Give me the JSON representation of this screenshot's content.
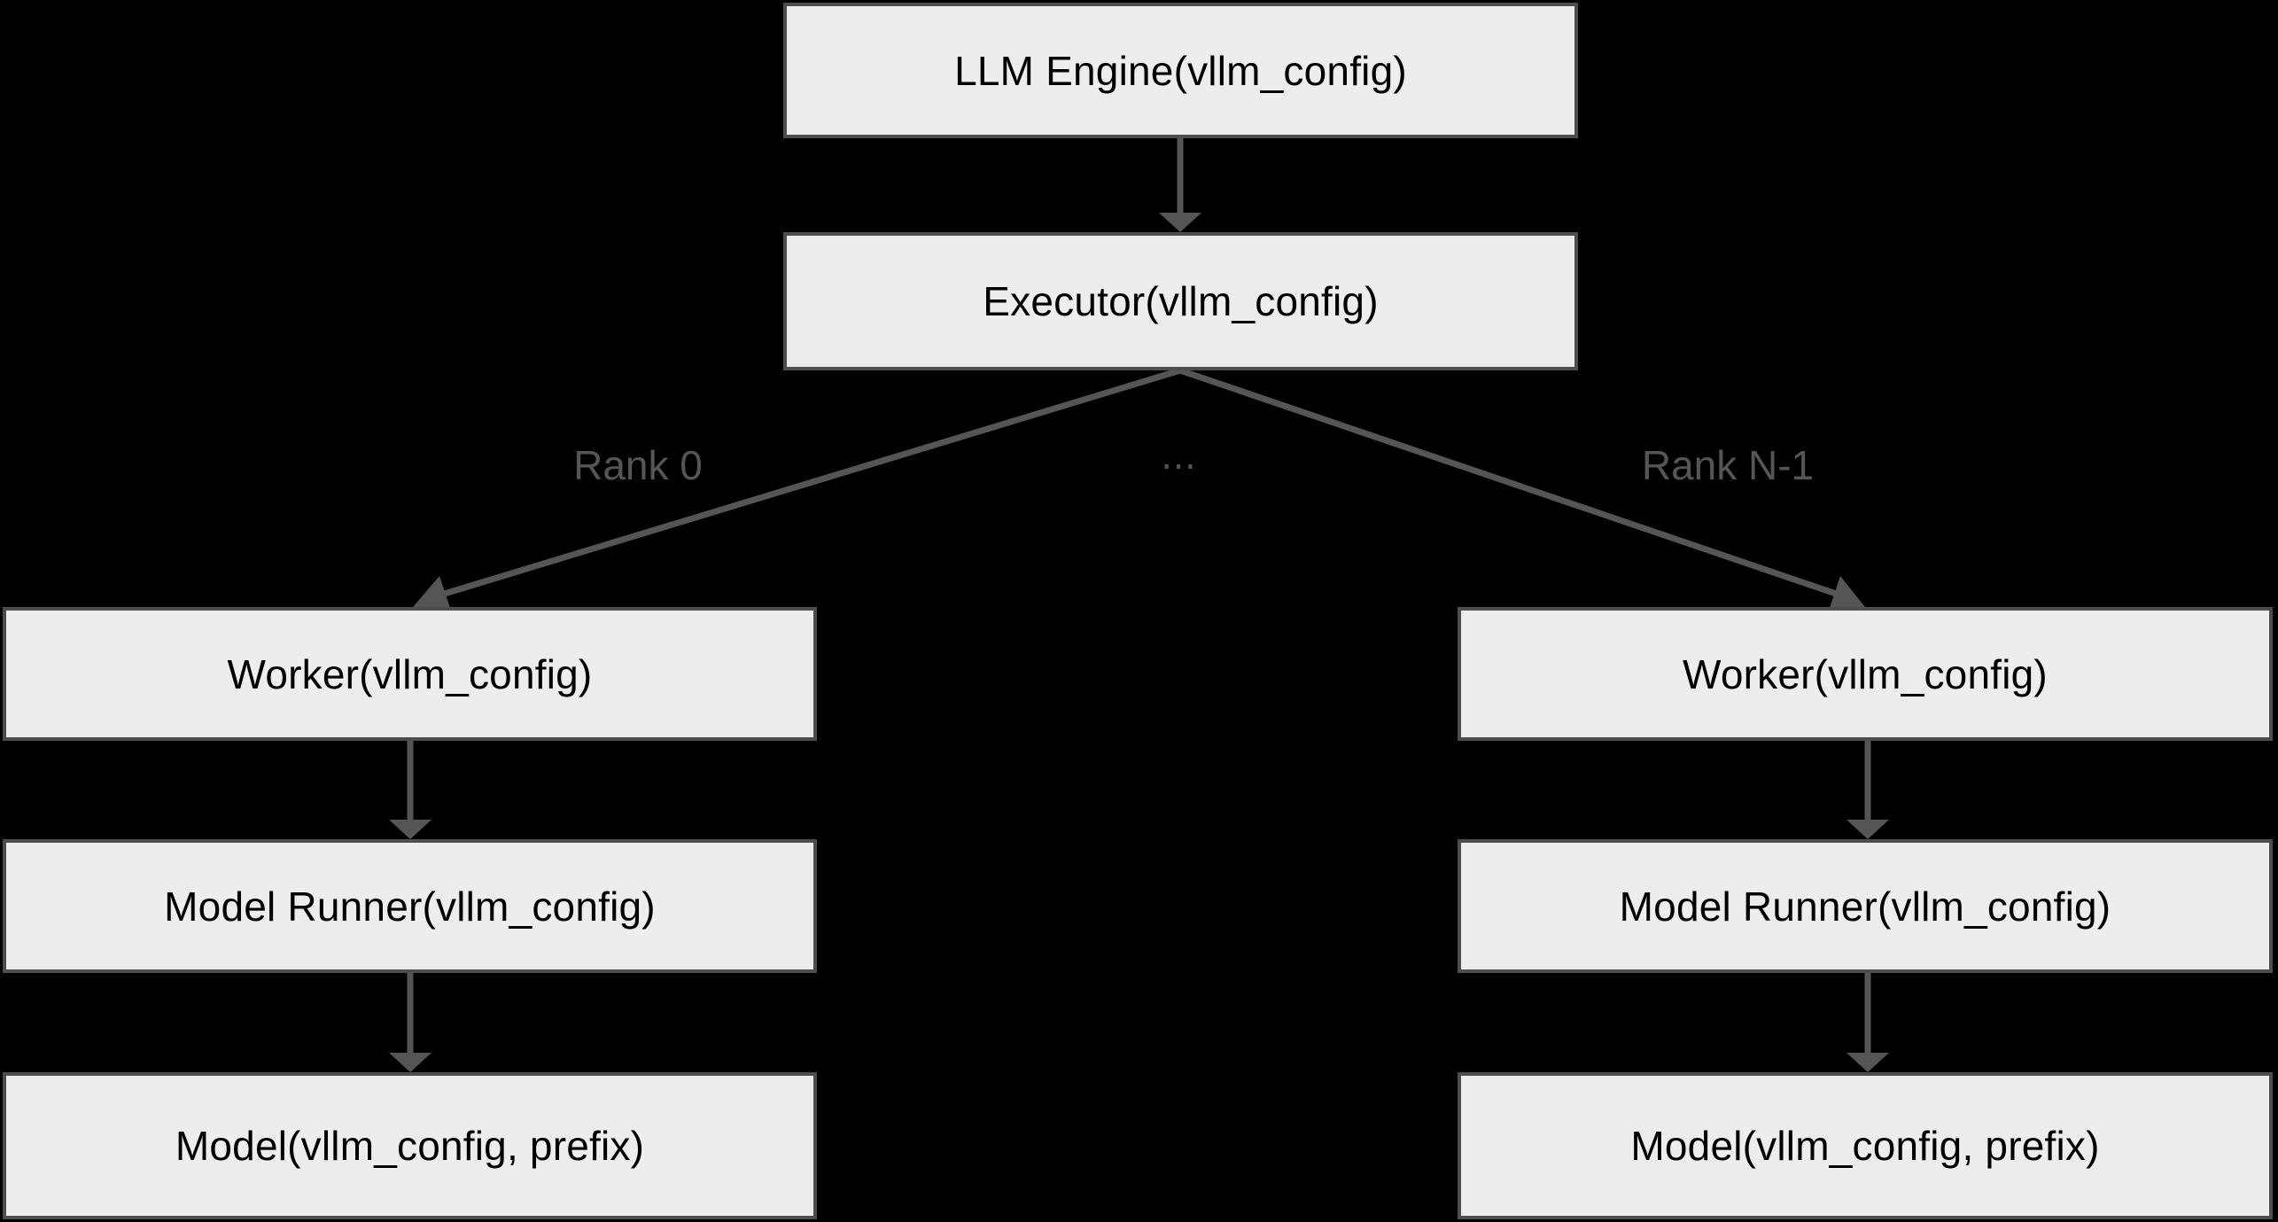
{
  "diagram": {
    "title_present": false,
    "background_color": "#000000",
    "node_fill_color": "#ededed",
    "node_border_color": "#4d4d4d",
    "node_text_color": "#000000",
    "edge_color": "#555555",
    "edge_label_color": "#555555",
    "nodes": [
      {
        "id": "llm-engine",
        "label": "LLM Engine(vllm_config)"
      },
      {
        "id": "executor",
        "label": "Executor(vllm_config)"
      },
      {
        "id": "worker-rank0",
        "label": "Worker(vllm_config)"
      },
      {
        "id": "model-runner-rank0",
        "label": "Model Runner(vllm_config)"
      },
      {
        "id": "model-rank0",
        "label": "Model(vllm_config, prefix)"
      },
      {
        "id": "worker-rankn",
        "label": "Worker(vllm_config)"
      },
      {
        "id": "model-runner-rankn",
        "label": "Model Runner(vllm_config)"
      },
      {
        "id": "model-rankn",
        "label": "Model(vllm_config, prefix)"
      }
    ],
    "edge_labels": {
      "rank_first": "Rank 0",
      "rank_middle": "...",
      "rank_last": "Rank N-1"
    },
    "edges": [
      {
        "from": "llm-engine",
        "to": "executor"
      },
      {
        "from": "executor",
        "to": "worker-rank0",
        "label": "Rank 0"
      },
      {
        "from": "executor",
        "to": "worker-rankn",
        "label": "Rank N-1"
      },
      {
        "from": "worker-rank0",
        "to": "model-runner-rank0"
      },
      {
        "from": "model-runner-rank0",
        "to": "model-rank0"
      },
      {
        "from": "worker-rankn",
        "to": "model-runner-rankn"
      },
      {
        "from": "model-runner-rankn",
        "to": "model-rankn"
      }
    ]
  }
}
